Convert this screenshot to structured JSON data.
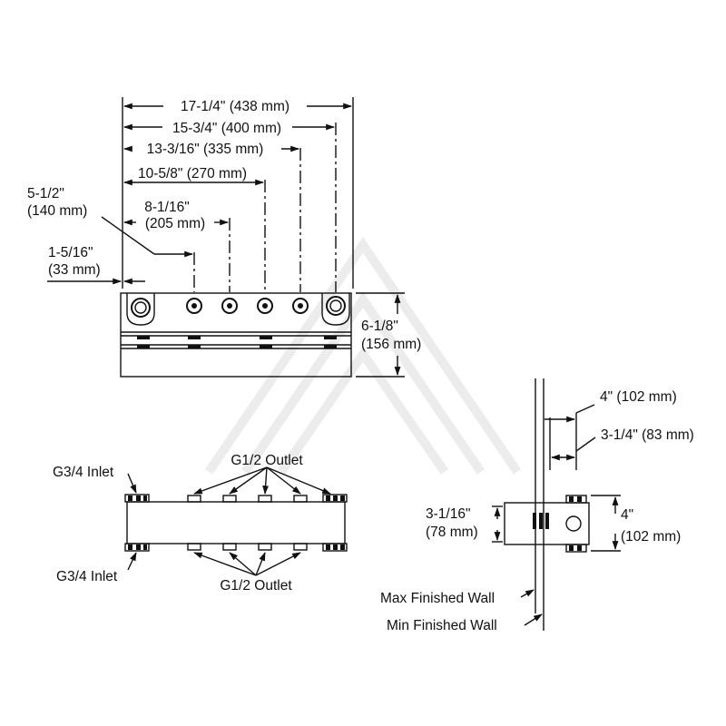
{
  "front_view": {
    "dim_overall": "17-1/4\" (438 mm)",
    "dim_15_3_4": "15-3/4\" (400 mm)",
    "dim_13_3_16": "13-3/16\" (335 mm)",
    "dim_10_5_8": "10-5/8\" (270 mm)",
    "dim_8_1_16_a": "8-1/16\"",
    "dim_8_1_16_b": "(205 mm)",
    "dim_5_1_2_a": "5-1/2\"",
    "dim_5_1_2_b": "(140 mm)",
    "dim_1_5_16_a": "1-5/16\"",
    "dim_1_5_16_b": "(33 mm)",
    "dim_height_a": "6-1/8\"",
    "dim_height_b": "(156 mm)"
  },
  "plan_view": {
    "outlet_top": "G1/2 Outlet",
    "outlet_bottom": "G1/2 Outlet",
    "inlet_top": "G3/4 Inlet",
    "inlet_bottom": "G3/4 Inlet"
  },
  "side_view": {
    "dim_4_top": "4\" (102 mm)",
    "dim_3_1_4": "3-1/4\" (83 mm)",
    "dim_3_1_16_a": "3-1/16\"",
    "dim_3_1_16_b": "(78 mm)",
    "dim_4_right_a": "4\"",
    "dim_4_right_b": "(102 mm)",
    "max_wall": "Max Finished Wall",
    "min_wall": "Min Finished Wall"
  }
}
